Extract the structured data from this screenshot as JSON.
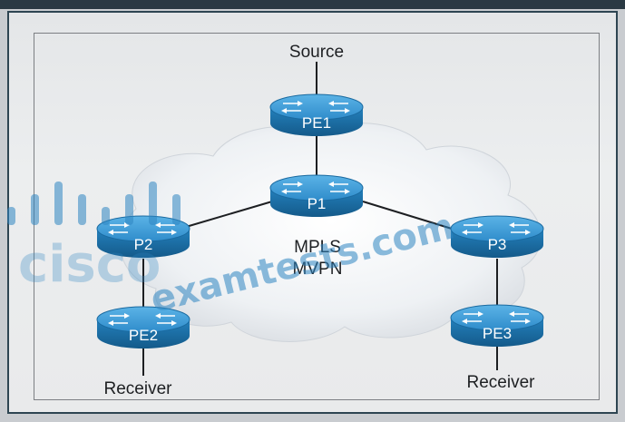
{
  "diagram": {
    "source_label": "Source",
    "cloud_label_line1": "MPLS",
    "cloud_label_line2": "MVPN",
    "receiver_left_label": "Receiver",
    "receiver_right_label": "Receiver",
    "routers": {
      "pe1": "PE1",
      "p1": "P1",
      "p2": "P2",
      "p3": "P3",
      "pe2": "PE2",
      "pe3": "PE3"
    },
    "links": [
      [
        "Source",
        "PE1"
      ],
      [
        "PE1",
        "P1"
      ],
      [
        "P1",
        "P2"
      ],
      [
        "P1",
        "P3"
      ],
      [
        "P2",
        "PE2"
      ],
      [
        "P3",
        "PE3"
      ],
      [
        "PE2",
        "Receiver"
      ],
      [
        "PE3",
        "Receiver"
      ]
    ]
  },
  "watermark": {
    "logo_text": "cisco",
    "site_text": "examtests.com"
  },
  "colors": {
    "router_top": "#3a9bd6",
    "router_side": "#1c6fa8",
    "cloud": "#f4f6f8",
    "link": "#1d1f22"
  }
}
